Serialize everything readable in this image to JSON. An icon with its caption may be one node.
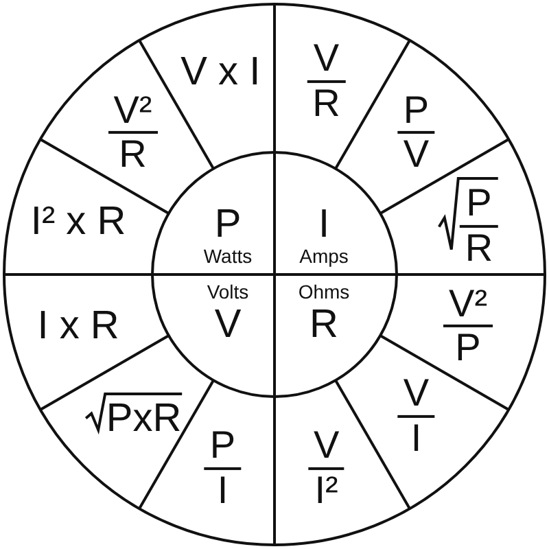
{
  "diagram": {
    "nodes": [
      {
        "text": [
          "V x I"
        ]
      },
      {
        "text": [
          "V",
          "R"
        ]
      },
      {
        "text": [
          "P",
          "V"
        ]
      },
      {
        "text": [
          "P",
          "R"
        ]
      },
      {
        "text": [
          "V²",
          "P"
        ]
      },
      {
        "text": [
          "V",
          "I"
        ]
      },
      {
        "text": [
          "V",
          "I²"
        ]
      },
      {
        "text": [
          "P",
          "I"
        ]
      },
      {
        "text": [
          "PxR"
        ]
      },
      {
        "text": [
          "I x R"
        ]
      },
      {
        "text": [
          "I² x R"
        ]
      },
      {
        "text": [
          "V²",
          "R"
        ]
      },
      {
        "text": [
          "P",
          "Watts"
        ]
      },
      {
        "text": [
          "I",
          "Amps"
        ]
      },
      {
        "text": [
          "Volts",
          "V"
        ]
      },
      {
        "text": [
          "Ohms",
          "R"
        ]
      }
    ]
  }
}
